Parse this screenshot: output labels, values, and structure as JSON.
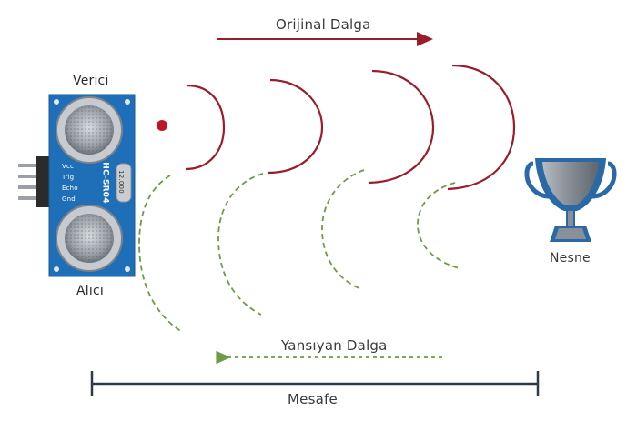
{
  "labels": {
    "emitter": "Verici",
    "receiver": "Alıcı",
    "original_wave": "Orijinal Dalga",
    "reflected_wave": "Yansıyan Dalga",
    "object": "Nesne",
    "distance": "Mesafe"
  },
  "sensor": {
    "model": "HC-SR04",
    "pins": [
      "Vcc",
      "Trig",
      "Echo",
      "Gnd"
    ],
    "crystal_text": "12.000"
  },
  "colors": {
    "original_wave": "#9b1c2a",
    "reflected_wave": "#6f9a47",
    "distance_line": "#2e3a4b",
    "sensor_board": "#1f6fb8",
    "trophy": "#8f959c",
    "trophy_base": "#2a69a8"
  }
}
